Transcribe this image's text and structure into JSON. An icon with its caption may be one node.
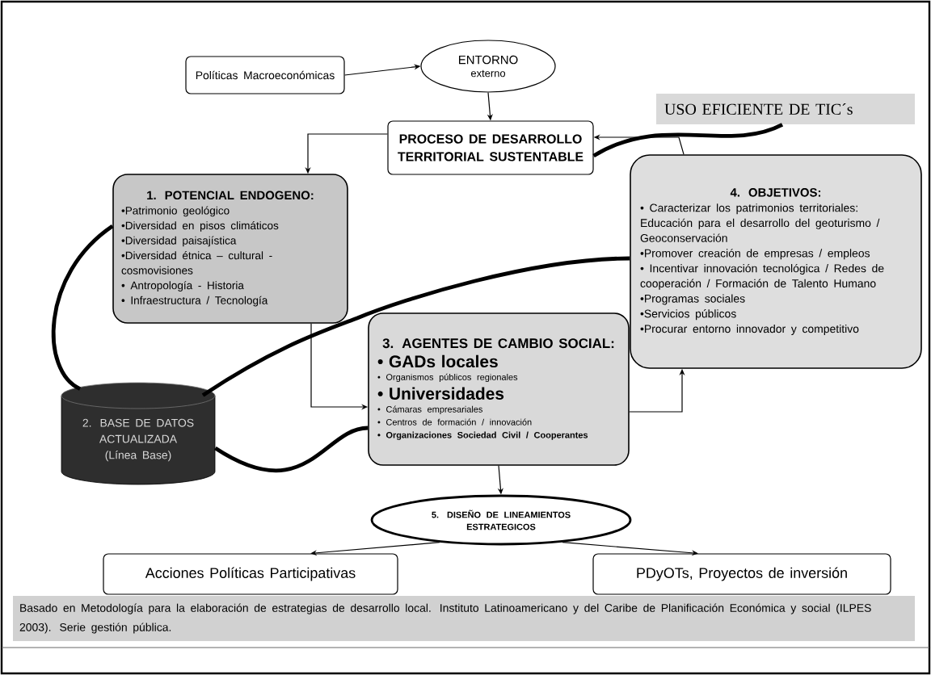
{
  "diagram": {
    "caption": "Basado en Metodología para la elaboración de estrategias de desarrollo local. Instituto Latinoamericano y del Caribe de Planificación Económica y social (ILPES 2003). Serie gestión pública.",
    "nodes": [
      {
        "text": [
          "Políticas Macroeconómicas"
        ]
      },
      {
        "text": [
          "ENTORNO",
          "externo"
        ]
      },
      {
        "text": [
          "USO EFICIENTE DE TIC´s"
        ]
      },
      {
        "text": [
          "PROCESO DE DESARROLLO TERRITORIAL SUSTENTABLE"
        ]
      },
      {
        "text": [
          "1. POTENCIAL ENDOGENO:",
          "•Patrimonio geológico",
          "•Diversidad en pisos climáticos",
          "•Diversidad paisajística",
          "•Diversidad étnica – cultural - cosmovisiones",
          "• Antropología - Historia",
          "• Infraestructura / Tecnología"
        ]
      },
      {
        "text": [
          "4. OBJETIVOS:",
          "• Caracterizar los patrimonios territoriales: Educación para el desarrollo del geoturismo / Geoconservación",
          "•Promover creación de empresas / empleos",
          "• Incentivar innovación tecnológica / Redes de cooperación / Formación de Talento Humano",
          "•Programas sociales",
          "•Servicios públicos",
          "•Procurar entorno innovador y competitivo"
        ]
      },
      {
        "text": [
          "3. AGENTES DE CAMBIO SOCIAL:",
          "• GADs locales",
          "• Organismos públicos regionales",
          "• Universidades",
          "• Cámaras empresariales",
          "• Centros de formación / innovación",
          "• Organizaciones Sociedad Civil / Cooperantes"
        ]
      },
      {
        "text": [
          "2. BASE DE DATOS ACTUALIZADA",
          "(Línea Base)"
        ]
      },
      {
        "text": [
          "5. DISEÑO DE LINEAMIENTOS ESTRATEGICOS"
        ]
      },
      {
        "text": [
          "Acciones Políticas Participativas"
        ]
      },
      {
        "text": [
          "PDyOTs, Proyectos de inversión"
        ]
      }
    ],
    "edges": [
      {
        "from": 0,
        "to": 1,
        "arrow": "to"
      },
      {
        "from": 1,
        "to": 3,
        "arrow": "to"
      },
      {
        "from": 3,
        "to": 4,
        "arrow": "to"
      },
      {
        "from": 5,
        "to": 3,
        "arrow": "to"
      },
      {
        "from": 2,
        "to": 3,
        "arrow": "none",
        "style": "thick"
      },
      {
        "from": 4,
        "to": 7,
        "arrow": "none",
        "style": "thick"
      },
      {
        "from": 7,
        "to": 5,
        "arrow": "none",
        "style": "thick"
      },
      {
        "from": 7,
        "to": 6,
        "arrow": "none",
        "style": "thick"
      },
      {
        "from": 4,
        "to": 6,
        "arrow": "to"
      },
      {
        "from": 6,
        "to": 5,
        "arrow": "to"
      },
      {
        "from": 6,
        "to": 8,
        "arrow": "to"
      },
      {
        "from": 8,
        "to": 9,
        "arrow": "to"
      },
      {
        "from": 8,
        "to": 10,
        "arrow": "to"
      }
    ]
  }
}
